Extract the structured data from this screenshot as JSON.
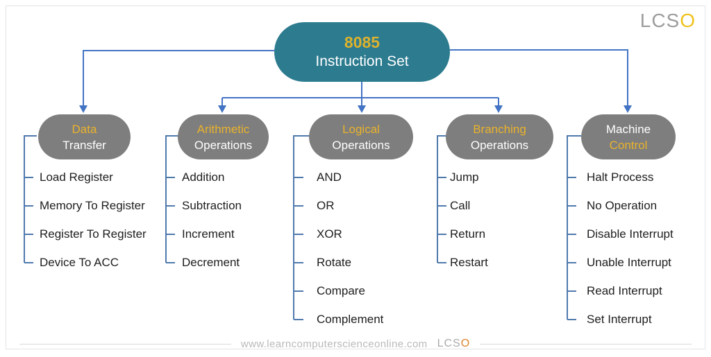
{
  "root": {
    "line1": "8085",
    "line2": "Instruction Set"
  },
  "categories": [
    {
      "line1": "Data",
      "line2": "Transfer",
      "line1_class": "gold",
      "line2_class": "white",
      "items": [
        "Load Register",
        "Memory To Register",
        "Register To Register",
        "Device To ACC"
      ]
    },
    {
      "line1": "Arithmetic",
      "line2": "Operations",
      "line1_class": "gold",
      "line2_class": "white",
      "items": [
        "Addition",
        "Subtraction",
        "Increment",
        "Decrement"
      ]
    },
    {
      "line1": "Logical",
      "line2": "Operations",
      "line1_class": "gold",
      "line2_class": "white",
      "items": [
        "AND",
        "OR",
        "XOR",
        "Rotate",
        "Compare",
        "Complement"
      ]
    },
    {
      "line1": "Branching",
      "line2": "Operations",
      "line1_class": "gold",
      "line2_class": "white",
      "items": [
        "Jump",
        "Call",
        "Return",
        "Restart"
      ]
    },
    {
      "line1": "Machine",
      "line2": "Control",
      "line1_class": "white",
      "line2_class": "gold",
      "items": [
        "Halt Process",
        "No Operation",
        "Disable Interrupt",
        "Unable Interrupt",
        "Read Interrupt",
        "Set Interrupt"
      ]
    }
  ],
  "brand_top": {
    "lcs": "LCS",
    "o": "O"
  },
  "footer": {
    "url": "www.learncomputerscienceonline.com",
    "brand_lcs": "LCS",
    "brand_o": "O"
  },
  "colors": {
    "root_fill": "#2c7b8f",
    "category_fill": "#7e7e7e",
    "accent_gold": "#e9b22c",
    "connector_blue": "#4273c4",
    "bracket_blue": "#4e79ad"
  }
}
